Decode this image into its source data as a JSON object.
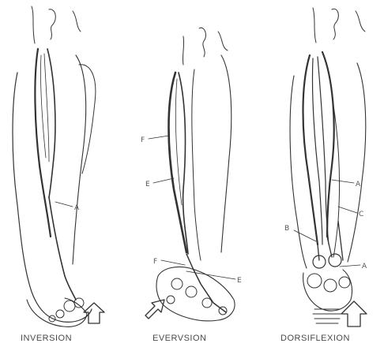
{
  "panels": [
    {
      "caption": "INVERSION",
      "labels": [
        "A"
      ]
    },
    {
      "caption": "EVERVSION",
      "labels": [
        "F",
        "E",
        "F",
        "E"
      ]
    },
    {
      "caption": "DORSIFLEXION",
      "labels": [
        "A",
        "C",
        "B",
        "A"
      ]
    }
  ]
}
